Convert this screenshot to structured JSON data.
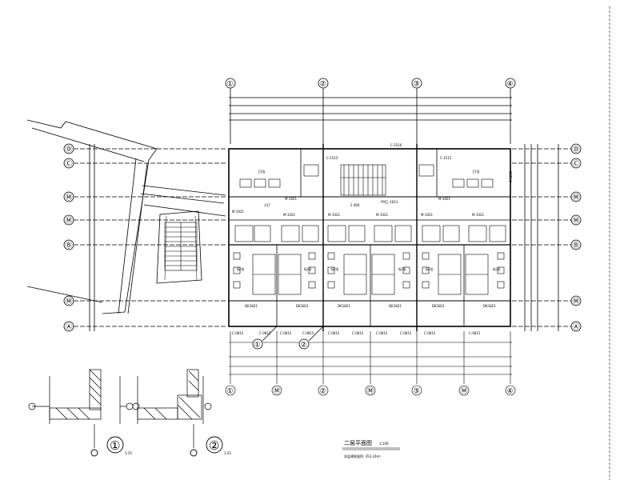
{
  "axes": {
    "top": [
      "①",
      "②",
      "③",
      "④"
    ],
    "bottom": [
      "①",
      "Ⓜ",
      "②",
      "Ⓜ",
      "③",
      "Ⓜ",
      "④"
    ],
    "left": [
      "Ⓓ",
      "Ⓒ",
      "Ⓜ",
      "Ⓜ",
      "Ⓑ",
      "Ⓜ",
      "Ⓐ"
    ],
    "right": [
      "Ⓓ",
      "Ⓒ",
      "Ⓜ",
      "Ⓜ",
      "Ⓑ",
      "Ⓜ",
      "Ⓐ"
    ]
  },
  "window_labels": {
    "top": [
      "C-1515",
      "C-1516",
      "C-1515"
    ],
    "side": "C-1215",
    "bottom": [
      "C-0815",
      "C-0815",
      "C-0815",
      "C-0815",
      "C-0815",
      "C-0815",
      "C-0815",
      "C-0815",
      "C-0815",
      "C-0815"
    ]
  },
  "door_labels": {
    "dk": [
      "DK1821",
      "DK1821",
      "DK1821",
      "DK1821",
      "DK1821",
      "DK1821"
    ],
    "m_corridor": [
      "M-1021",
      "M-1021",
      "M-1021",
      "M-1021",
      "M-1021",
      "M-1021",
      "M-1021",
      "M-1021"
    ],
    "fm": "FM乙-1021",
    "elev": "2.400"
  },
  "rooms": {
    "bath": [
      "卫/浴",
      "卫/浴"
    ],
    "lounge": "大厅",
    "bed": [
      "标/浴",
      "标/浴",
      "标/浴",
      "标/浴",
      "标/浴",
      "标/浴"
    ]
  },
  "callouts": [
    "①",
    "②"
  ],
  "details": {
    "labels": [
      "①",
      "②"
    ],
    "scales": [
      "1:25",
      "1:25"
    ]
  },
  "title": {
    "text": "二层平面图",
    "scale": "1:100",
    "area": "本层建筑面积: 353.24m²"
  },
  "icons": [
    "section-callout-icon",
    "stair-icon"
  ]
}
